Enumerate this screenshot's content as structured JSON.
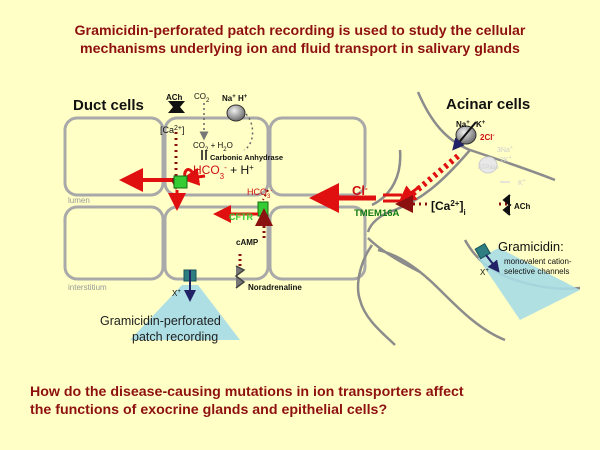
{
  "title": {
    "line1": "Gramicidin-perforated patch recording is used to study the cellular",
    "line2": "mechanisms underlying ion and fluid transport in salivary glands"
  },
  "question": {
    "line1": "How do the disease-causing mutations in ion transporters affect",
    "line2": "the functions of exocrine glands and epithelial cells?"
  },
  "duct": {
    "heading": "Duct cells",
    "ach": "ACh",
    "ca": "[Ca",
    "ca_sup": "2+",
    "ca_suffix": "]",
    "co2_top": "CO",
    "co2_sub": "2",
    "na": "Na",
    "na_sup": "+",
    "h": "H",
    "h_sup": "+",
    "co2_h2o": "CO",
    "co2_h2o_sub1": "2",
    "co2_h2o_mid": " + H",
    "co2_h2o_sub2": "2",
    "co2_h2o_end": "O",
    "carbonic_anhydrase": "Carbonic Anhydrase",
    "hco3_main": "HCO",
    "hco3_sub": "3",
    "hco3_sup": "-",
    "plus_h": " + H",
    "plus_h_sup": "+",
    "lumen": "lumen",
    "interstitium": "interstitium",
    "cftr": "CFTR",
    "hco3_small": "HCO",
    "hco3_small_sub": "3",
    "hco3_small_sup": "-",
    "camp": "cAMP",
    "noradrenaline": "Noradrenaline",
    "x_plus": "X",
    "x_plus_sup": "+",
    "patch_line1": "Gramicidin-perforated",
    "patch_line2": "patch recording"
  },
  "acinar": {
    "heading": "Acinar cells",
    "na": "Na",
    "na_sup": "+",
    "k": "K",
    "k_sup": "+",
    "cl2": "2Cl",
    "cl2_sup": "-",
    "na3": "3Na",
    "na3_sup": "+",
    "atpase": "ATPase",
    "k2": "2K",
    "k2_sup": "+",
    "k_out": "K",
    "k_out_sup": "+",
    "cl": "Cl",
    "cl_sup": "-",
    "tmem": "TMEM16A",
    "ca": "[Ca",
    "ca_sup": "2+",
    "ca_suffix": "]",
    "ca_sub": "i",
    "ach": "ACh",
    "gramicidin": "Gramicidin:",
    "gram_desc1": "monovalent cation-",
    "gram_desc2": "selective channels",
    "x_plus": "X",
    "x_plus_sup": "+"
  },
  "colors": {
    "title": "#8e1010",
    "arrow_red": "#e01010",
    "dark_red_dots": "#8b1010",
    "cftr_green": "#33cc33",
    "tmem_green": "#117a11",
    "cell_border": "#a9a9a9",
    "pipette": "#a9dde6"
  }
}
